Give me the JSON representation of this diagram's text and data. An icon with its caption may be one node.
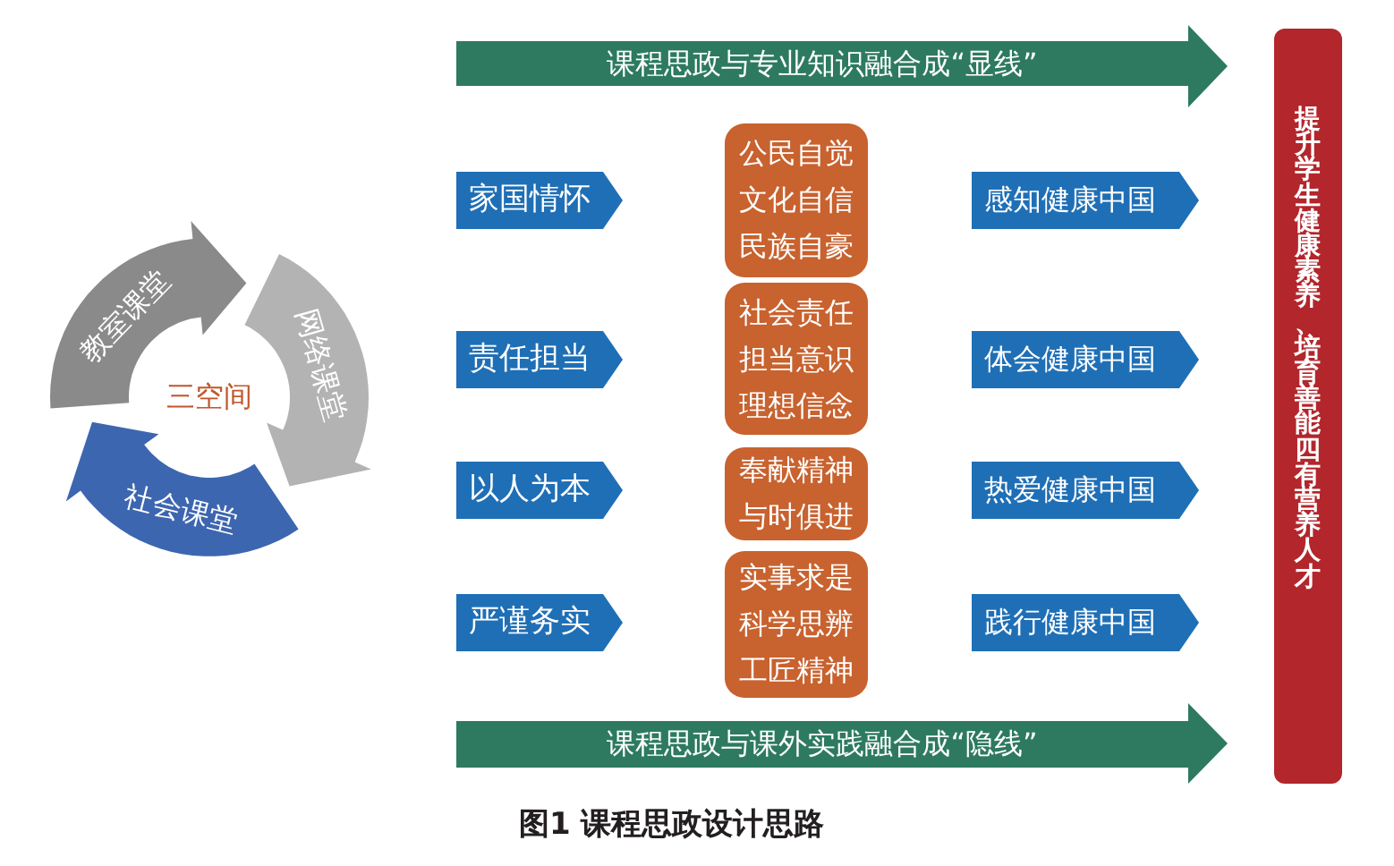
{
  "diagram": {
    "caption": "图1 课程思政设计思路",
    "nodes": [
      {
        "text": [
          "教室课堂"
        ]
      },
      {
        "text": [
          "网络课堂"
        ]
      },
      {
        "text": [
          "社会课堂"
        ]
      },
      {
        "text": [
          "课程思政与专业知识融合成“显线”"
        ]
      },
      {
        "text": [
          "家国情怀"
        ]
      },
      {
        "text": [
          "公民自觉",
          "文化自信",
          "民族自豪"
        ]
      },
      {
        "text": [
          "感知健康中国"
        ]
      },
      {
        "text": [
          "责任担当"
        ]
      },
      {
        "text": [
          "社会责任",
          "担当意识",
          "理想信念"
        ]
      },
      {
        "text": [
          "体会健康中国"
        ]
      },
      {
        "text": [
          "以人为本"
        ]
      },
      {
        "text": [
          "奉献精神",
          "与时俱进"
        ]
      },
      {
        "text": [
          "热爱健康中国"
        ]
      },
      {
        "text": [
          "严谨务实"
        ]
      },
      {
        "text": [
          "实事求是",
          "科学思辨",
          "工匠精神"
        ]
      },
      {
        "text": [
          "践行健康中国"
        ]
      },
      {
        "text": [
          "课程思政与课外实践融合成“隐线”"
        ]
      },
      {
        "text": [
          "提升学生健康素养、培育善能四有营养人才"
        ]
      }
    ],
    "labels": [
      "三空间"
    ]
  }
}
